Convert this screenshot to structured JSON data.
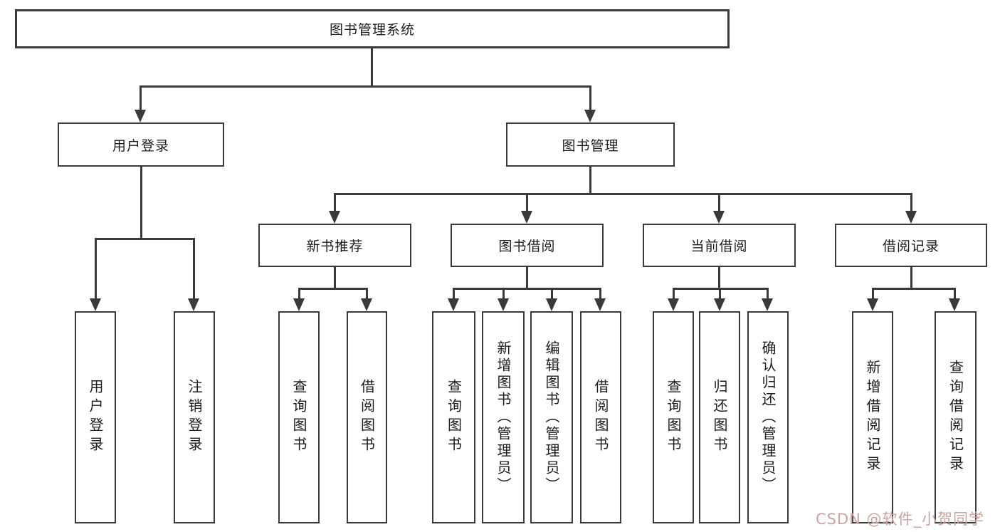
{
  "nodes": {
    "root": "图书管理系统",
    "level2": {
      "userLogin": "用户登录",
      "bookMgmt": "图书管理"
    },
    "level3": {
      "newBooks": "新书推荐",
      "bookBorrow": "图书借阅",
      "currentBorrow": "当前借阅",
      "borrowRecords": "借阅记录"
    },
    "leaves": {
      "userLogin": "用户登录",
      "logout": "注销登录",
      "newBooksQuery": "查询图书",
      "newBooksBorrow": "借阅图书",
      "borrowQuery": "查询图书",
      "borrowAdd": "新增图书（管理员）",
      "borrowEdit": "编辑图书（管理员）",
      "borrowBorrow": "借阅图书",
      "currentQuery": "查询图书",
      "currentReturn": "归还图书",
      "currentConfirm": "确认归还（管理员）",
      "recordsAdd": "新增借阅记录",
      "recordsQuery": "查询借阅记录"
    }
  },
  "watermark": "CSDN @软件_小贺同学",
  "colors": {
    "line": "#3a3a3a",
    "text": "#1c1c1c",
    "background": "#ffffff",
    "watermark": "#cfa2a2"
  }
}
